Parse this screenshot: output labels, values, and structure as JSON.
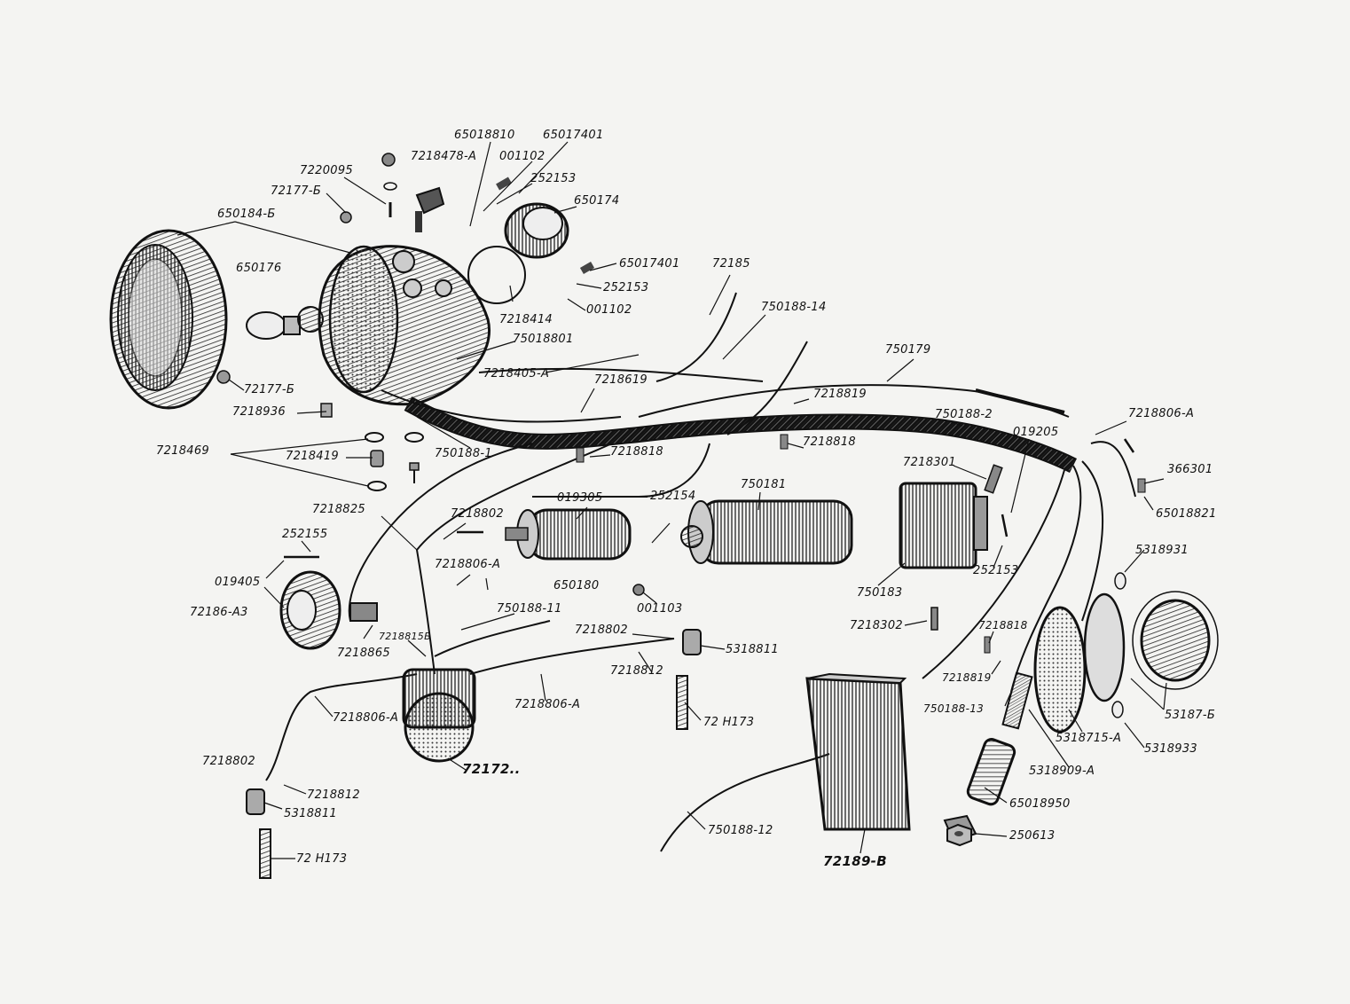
{
  "diagram": {
    "background": "#f4f4f2",
    "ink": "#141414",
    "labels": {
      "l65018810": "65018810",
      "l65017401a": "65017401",
      "l7218478": "7218478-А",
      "l001102a": "001102",
      "l252153a": "252153",
      "l7220095": "7220095",
      "l72177b_a": "72177-Б",
      "l650174": "650174",
      "l650184": "650184-Б",
      "l650176": "650176",
      "l65017401b": "65017401",
      "l252153b": "252153",
      "l001102b": "001102",
      "l72185": "72185",
      "l7218414": "7218414",
      "l75018801": "75018801",
      "l750188_14": "750188-14",
      "l7218405": "7218405-А",
      "l72177b_b": "72177-Б",
      "l7218619": "7218619",
      "l750179": "750179",
      "l7218936": "7218936",
      "l7218819a": "7218819",
      "l750188_2": "750188-2",
      "l7218806a_1": "7218806-А",
      "l7218469": "7218469",
      "l7218419": "7218419",
      "l750188_1": "750188-1",
      "l7218818a": "7218818",
      "l7218818b": "7218818",
      "l019205": "019205",
      "l7218301": "7218301",
      "l366301": "366301",
      "l65018821": "65018821",
      "l7218825": "7218825",
      "l7218802a": "7218802",
      "l019305": "019305",
      "l252154": "252154",
      "l750181": "750181",
      "l252155": "252155",
      "l7218806a_2": "7218806-А",
      "l019405": "019405",
      "l650180": "650180",
      "l001103": "001103",
      "l750183": "750183",
      "l252153c": "252153",
      "l5318931": "5318931",
      "l72186": "72186-А3",
      "l750188_11": "750188-11",
      "l7218865": "7218865",
      "l7218815b": "7218815Б",
      "l7218302": "7218302",
      "l7218802b": "7218802",
      "l5318811a": "5318811",
      "l7218812a": "7218812",
      "l7218818c": "7218818",
      "l7218819b": "7218819",
      "l7218806a_3": "7218806-А",
      "l7218806a_4": "7218806-А",
      "l72h173a": "72 Н173",
      "l750188_13": "750188-13",
      "l53187": "53187-Б",
      "l5318715": "5318715-А",
      "l5318933": "5318933",
      "l72172": "72172..",
      "l5318909": "5318909-А",
      "l7218802c": "7218802",
      "l7218812b": "7218812",
      "l5318811b": "5318811",
      "l65018950": "65018950",
      "l750188_12": "750188-12",
      "l250613": "250613",
      "l72h173b": "72 Н173",
      "l72189": "72189-В"
    }
  }
}
